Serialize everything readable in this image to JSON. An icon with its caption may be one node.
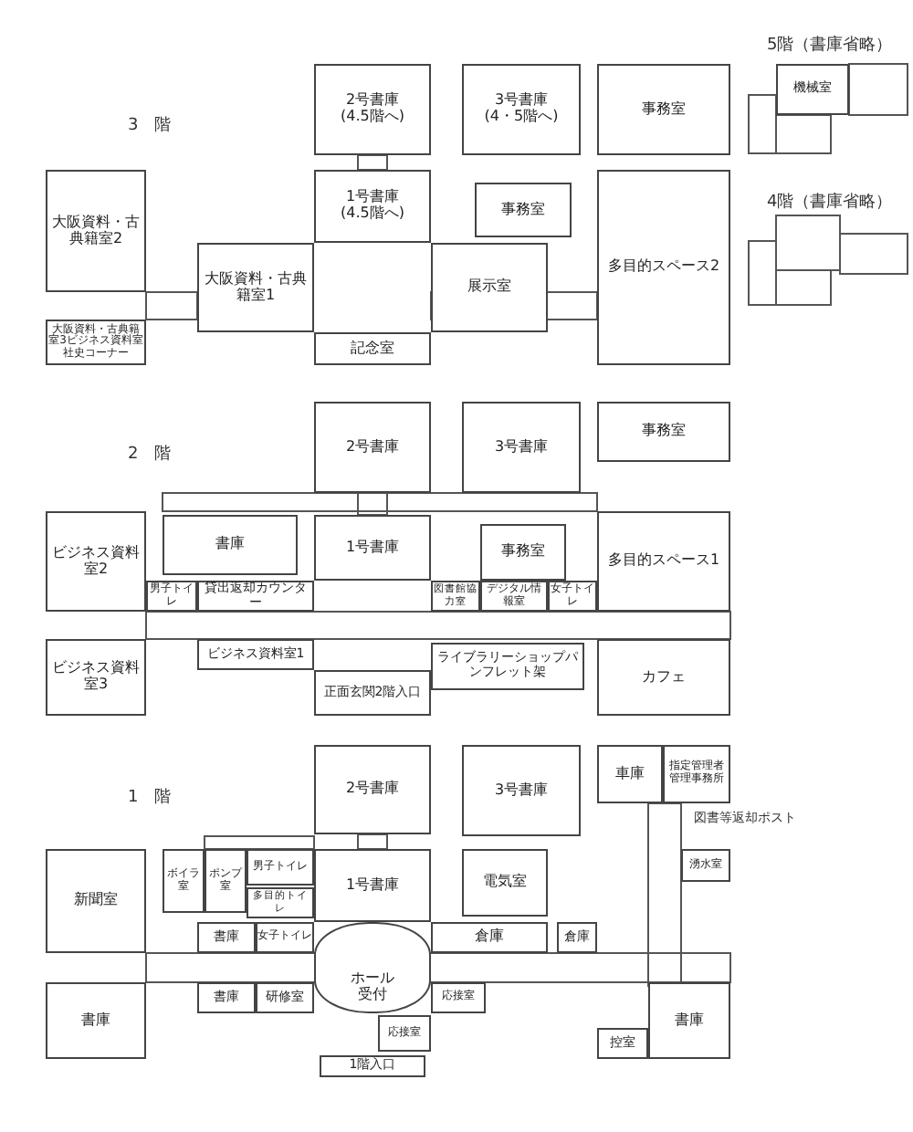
{
  "diagram": {
    "nodes": [
      {
        "text": [
          "2号書庫",
          "(4.5階へ)"
        ]
      },
      {
        "text": [
          "3号書庫",
          "(4・5階へ)"
        ]
      },
      {
        "text": [
          "事務室"
        ]
      },
      {
        "text": [
          "機械室"
        ]
      },
      {
        "text": [
          "1号書庫",
          "(4.5階へ)"
        ]
      },
      {
        "text": [
          "事務室"
        ]
      },
      {
        "text": [
          "大阪資料・古典籍室2"
        ]
      },
      {
        "text": [
          "大阪資料・古典籍室1"
        ]
      },
      {
        "text": [
          "展示室"
        ]
      },
      {
        "text": [
          "多目的スペース2"
        ]
      },
      {
        "text": [
          "大阪資料・古典籍室3ビジネス資料室社史コーナー"
        ]
      },
      {
        "text": [
          "記念室"
        ]
      },
      {
        "text": [
          "2号書庫"
        ]
      },
      {
        "text": [
          "3号書庫"
        ]
      },
      {
        "text": [
          "事務室"
        ]
      },
      {
        "text": [
          "ビジネス資料室2"
        ]
      },
      {
        "text": [
          "書庫"
        ]
      },
      {
        "text": [
          "1号書庫"
        ]
      },
      {
        "text": [
          "事務室"
        ]
      },
      {
        "text": [
          "多目的スペース1"
        ]
      },
      {
        "text": [
          "男子トイレ"
        ]
      },
      {
        "text": [
          "貸出返却カウンター"
        ]
      },
      {
        "text": [
          "図書館協力室"
        ]
      },
      {
        "text": [
          "デジタル情報室"
        ]
      },
      {
        "text": [
          "女子トイレ"
        ]
      },
      {
        "text": [
          "ビジネス資料室3"
        ]
      },
      {
        "text": [
          "ビジネス資料室1"
        ]
      },
      {
        "text": [
          "ライブラリーショップパンフレット架"
        ]
      },
      {
        "text": [
          "カフェ"
        ]
      },
      {
        "text": [
          "正面玄関2階入口"
        ]
      },
      {
        "text": [
          "2号書庫"
        ]
      },
      {
        "text": [
          "3号書庫"
        ]
      },
      {
        "text": [
          "車庫"
        ]
      },
      {
        "text": [
          "指定管理者管理事務所"
        ]
      },
      {
        "text": [
          "新聞室"
        ]
      },
      {
        "text": [
          "ボイラ室"
        ]
      },
      {
        "text": [
          "ポンプ室"
        ]
      },
      {
        "text": [
          "男子トイレ"
        ]
      },
      {
        "text": [
          "1号書庫"
        ]
      },
      {
        "text": [
          "電気室"
        ]
      },
      {
        "text": [
          "湧水室"
        ]
      },
      {
        "text": [
          "多目的トイレ"
        ]
      },
      {
        "text": [
          "書庫"
        ]
      },
      {
        "text": [
          "女子トイレ"
        ]
      },
      {
        "text": [
          "倉庫"
        ]
      },
      {
        "text": [
          "倉庫"
        ]
      },
      {
        "text": [
          "ホール",
          "受付"
        ]
      },
      {
        "text": [
          "書庫"
        ]
      },
      {
        "text": [
          "書庫"
        ]
      },
      {
        "text": [
          "研修室"
        ]
      },
      {
        "text": [
          "応接室"
        ]
      },
      {
        "text": [
          "応接室"
        ]
      },
      {
        "text": [
          "控室"
        ]
      },
      {
        "text": [
          "書庫"
        ]
      },
      {
        "text": [
          "1階入口"
        ]
      }
    ],
    "labels": [
      "3　階",
      "5階（書庫省略）",
      "4階（書庫省略）",
      "2　階",
      "1　階",
      "図書等返却ポスト"
    ]
  }
}
